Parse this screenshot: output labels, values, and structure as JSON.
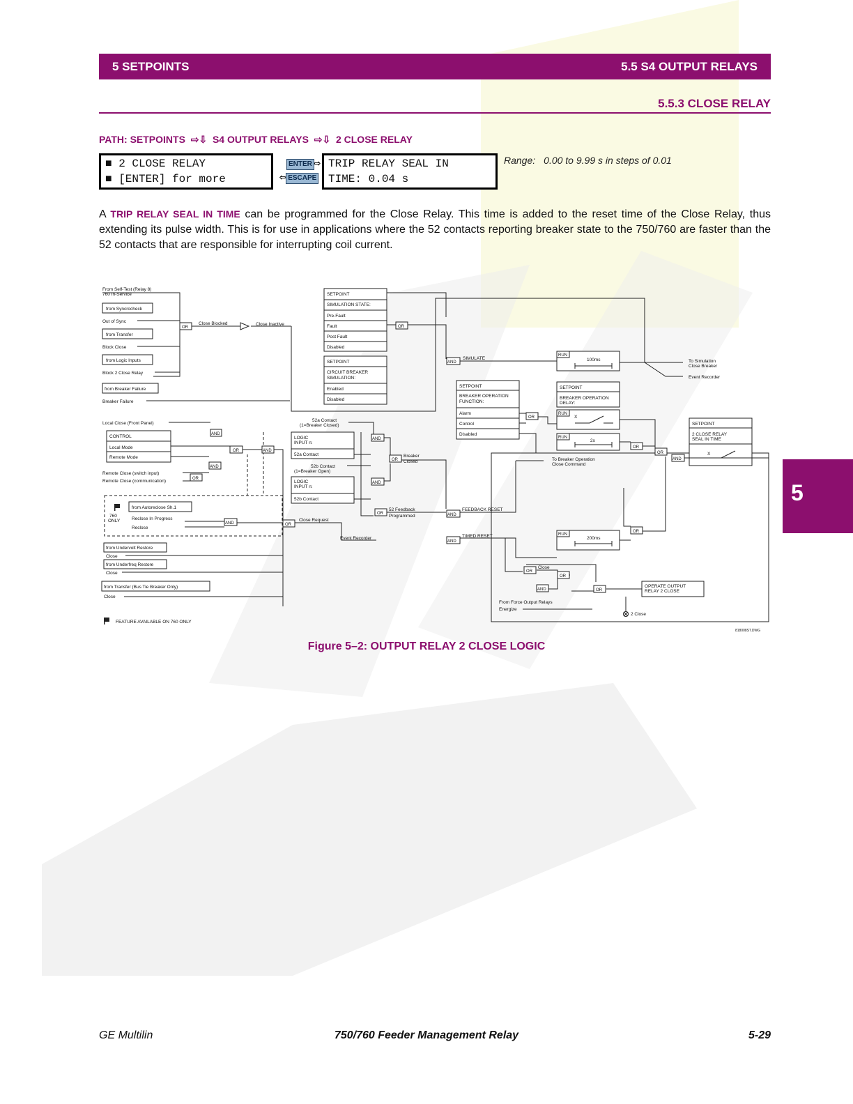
{
  "header": {
    "left": "5 SETPOINTS",
    "right": "5.5 S4 OUTPUT RELAYS"
  },
  "section": {
    "title": "5.5.3 CLOSE RELAY"
  },
  "path": {
    "label": "PATH: SETPOINTS",
    "step1": "S4 OUTPUT RELAYS",
    "step2": "2 CLOSE RELAY"
  },
  "display": {
    "left_line1": "2 CLOSE RELAY",
    "left_line2": "[ENTER] for more",
    "enter_key": "ENTER",
    "escape_key": "ESCAPE",
    "right_line1": "TRIP RELAY SEAL IN",
    "right_line2": "TIME: 0.04 s"
  },
  "range": {
    "label": "Range:",
    "value": "0.00 to 9.99 s in steps of 0.01"
  },
  "paragraph": {
    "prefix": "A",
    "highlight": "TRIP RELAY SEAL IN TIME",
    "text": "can be programmed for the Close Relay. This time is added to the reset time of the Close Relay, thus extending its pulse width. This is for use in applications where the 52 contacts reporting breaker state to the 750/760 are faster than the 52 contacts that are responsible for interrupting coil current."
  },
  "diagram": {
    "left_inputs": {
      "self_test_1": "From Self-Test (Relay 8)",
      "self_test_2": "760 In-Service",
      "syncrocheck": "from Syncrocheck",
      "out_of_sync": "Out of Sync",
      "transfer": "from Transfer",
      "block_close": "Block Close",
      "logic_inputs": "from Logic Inputs",
      "block_2_close": "Block 2 Close Relay",
      "breaker_failure_box": "from Breaker Failure",
      "breaker_failure": "Breaker Failure",
      "local_close": "Local Close (Front Panel)",
      "control": "CONTROL",
      "local_mode": "Local Mode",
      "remote_mode": "Remote Mode",
      "remote_close_switch": "Remote Close (switch input)",
      "remote_close_comm": "Remote Close (communication)",
      "autoreclose": "from Autoreclose Sh.1",
      "760_only_1": "760",
      "760_only_2": "ONLY",
      "reclose_in_progress": "Reclose In Progress",
      "reclose": "Reclose",
      "undervolt": "from Undervolt Restore",
      "close_1": "Close",
      "underfreq": "from Underfreq Restore",
      "close_2": "Close",
      "transfer_bus_tie": "from Transfer (Bus Tie Breaker Only)",
      "close_3": "Close",
      "feature_note": "FEATURE AVAILABLE ON 760 ONLY"
    },
    "signals": {
      "close_blocked": "Close Blocked",
      "close_inactive": "Close Inactive",
      "close_request": "Close Request",
      "event_recorder": "Event Recorder",
      "simulate": "SIMULATE",
      "feedback_reset": "FEEDBACK RESET",
      "timed_reset": "TIMED RESET",
      "feedback_52_1": "52 Feedback",
      "feedback_52_2": "Programmed",
      "breaker_closed_1": "Breaker",
      "breaker_closed_2": "Closed",
      "contact_52a_1": "52a Contact",
      "contact_52a_2": "(1=Breaker Closed)",
      "contact_52b_1": "52b Contact",
      "contact_52b_2": "(1=Breaker Open)",
      "to_sim_1": "To Simulation",
      "to_sim_2": "Close Breaker",
      "event_recorder_2": "Event Recorder",
      "to_breaker_op_1": "To Breaker Operation",
      "to_breaker_op_2": "Close Command",
      "close_small": "Close",
      "force_output": "From Force Output Relays",
      "energize": "Energize",
      "close_2_led": "2 Close",
      "drawing_no": "818008ST.DWG"
    },
    "setpoints": {
      "sim_header": "SETPOINT",
      "sim_state": "SIMULATION STATE:",
      "pre_fault": "Pre-Fault",
      "fault": "Fault",
      "post_fault": "Post Fault",
      "disabled": "Disabled",
      "cb_header": "SETPOINT",
      "cb_title_1": "CIRCUIT BREAKER",
      "cb_title_2": "SIMULATION:",
      "cb_enabled": "Enabled",
      "cb_disabled": "Disabled",
      "bo_header": "SETPOINT",
      "bo_title_1": "BREAKER OPERATION",
      "bo_title_2": "FUNCTION:",
      "bo_alarm": "Alarm",
      "bo_control": "Control",
      "bo_disabled": "Disabled",
      "bod_header": "SETPOINT",
      "bod_title_1": "BREAKER OPERATION",
      "bod_title_2": "DELAY:",
      "seal_header": "SETPOINT",
      "seal_title_1": "2 CLOSE RELAY",
      "seal_title_2": "SEAL IN TIME",
      "logic_a_1": "LOGIC",
      "logic_a_2": "INPUT n:",
      "logic_a_val": "52a Contact",
      "logic_b_1": "LOGIC",
      "logic_b_2": "INPUT n:",
      "logic_b_val": "52b Contact",
      "output_1": "OPERATE OUTPUT",
      "output_2": "RELAY 2 CLOSE"
    },
    "timers": {
      "run": "RUN",
      "t100": "100ms",
      "t2s": "2s",
      "t200": "200ms",
      "x": "X"
    },
    "gates": {
      "or": "OR",
      "and": "AND"
    }
  },
  "figure": {
    "caption": "Figure 5–2: OUTPUT RELAY 2 CLOSE LOGIC"
  },
  "side_tab": {
    "label": "5"
  },
  "footer": {
    "left": "GE Multilin",
    "center": "750/760 Feeder Management Relay",
    "right": "5-29"
  }
}
